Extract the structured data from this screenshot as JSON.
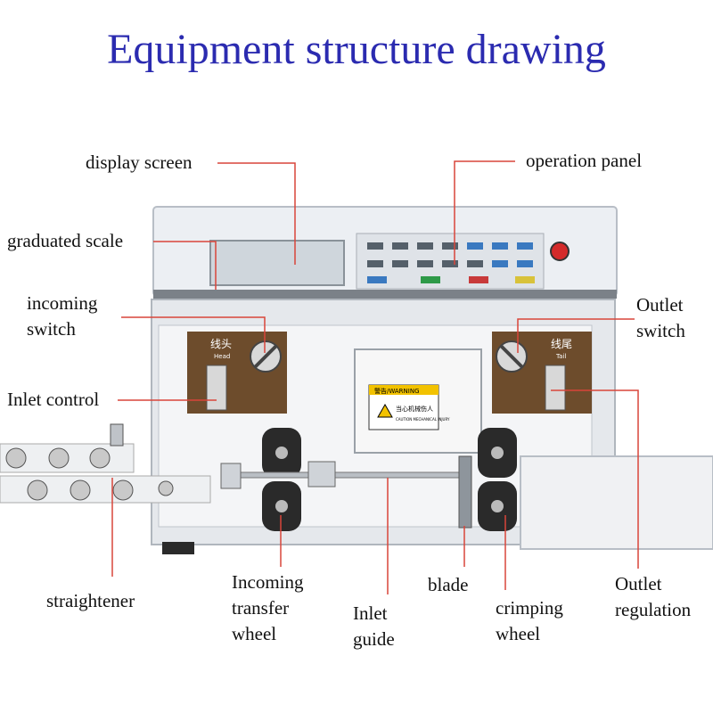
{
  "title": "Equipment structure drawing",
  "colors": {
    "title": "#2b2bb0",
    "leader_line": "#d9453a",
    "machine_body": "#e9ecf0",
    "front_plate": "#f2f3f5",
    "roller": "#2a2a2a",
    "bracket": "#6a4a2a"
  },
  "labels": {
    "display_screen": "display screen",
    "operation_panel": "operation panel",
    "graduated_scale": "graduated scale",
    "incoming_switch": [
      "incoming",
      "switch"
    ],
    "outlet_switch": [
      "Outlet",
      "switch"
    ],
    "inlet_control": "Inlet control",
    "straightener": "straightener",
    "incoming_transfer_wheel": [
      "Incoming",
      "transfer",
      "wheel"
    ],
    "inlet_guide": [
      "Inlet",
      "guide"
    ],
    "blade": "blade",
    "crimping_wheel": [
      "crimping",
      "wheel"
    ],
    "outlet_regulation": [
      "Outlet",
      "regulation"
    ]
  },
  "machine_text": {
    "head_plate": "线头",
    "head_sub": "Head",
    "tail_plate": "线尾",
    "tail_sub": "Tail",
    "warning": "警告/WARNING",
    "warning_cn": "当心机械伤人",
    "warning_en": "CAUTION MECHANICAL INJURY"
  }
}
